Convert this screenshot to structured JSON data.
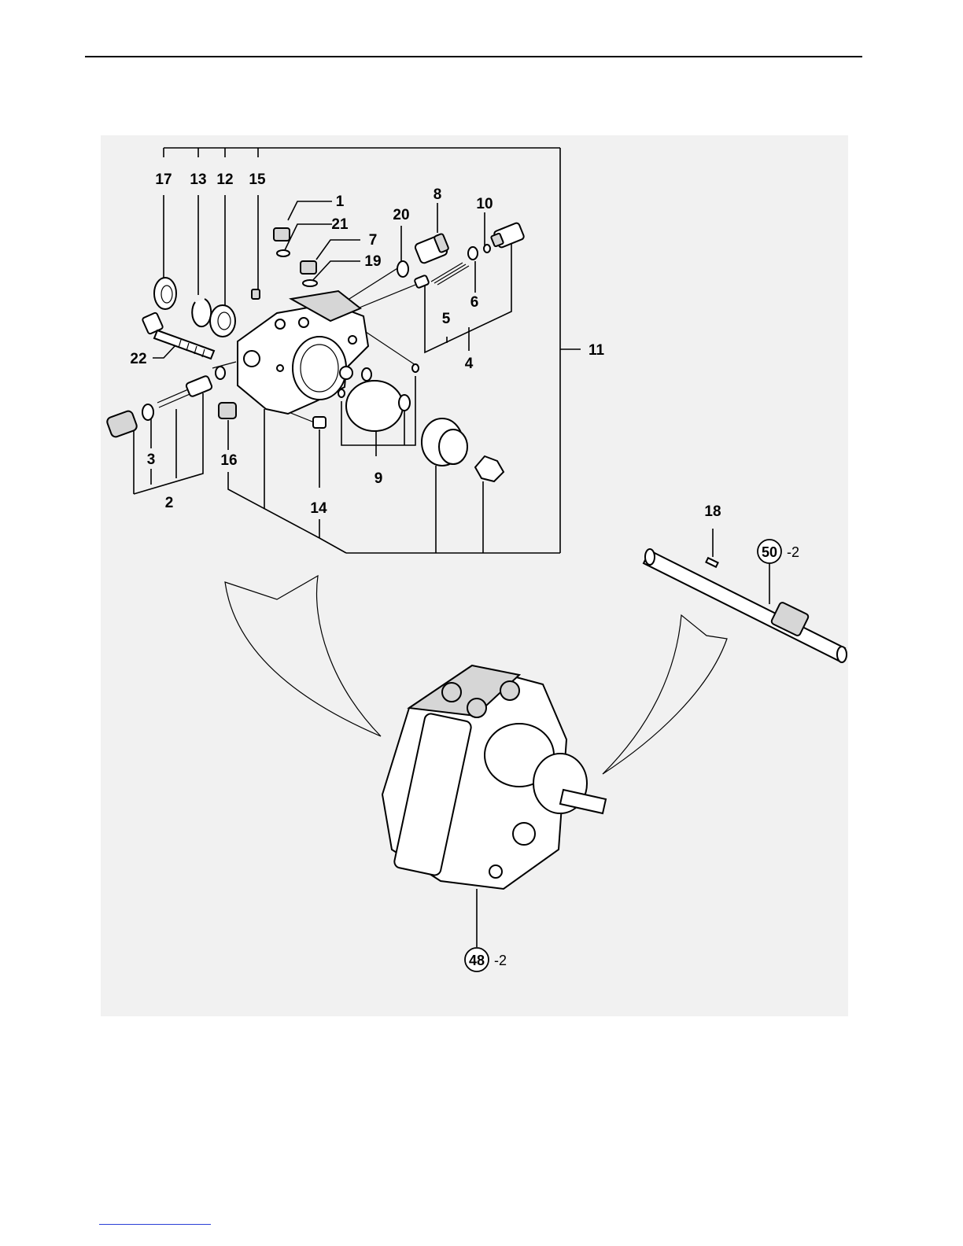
{
  "callouts": {
    "c17": "17",
    "c13": "13",
    "c12": "12",
    "c15": "15",
    "c1": "1",
    "c21": "21",
    "c7": "7",
    "c19": "19",
    "c20": "20",
    "c8": "8",
    "c10": "10",
    "c5": "5",
    "c6": "6",
    "c4": "4",
    "c11": "11",
    "c22": "22",
    "c3": "3",
    "c2": "2",
    "c16": "16",
    "c14": "14",
    "c9": "9",
    "c18": "18"
  },
  "references": {
    "shaft_ref": {
      "number": "50",
      "suffix": "-2"
    },
    "pump_ref": {
      "number": "48",
      "suffix": "-2"
    }
  },
  "colors": {
    "line": "#000000",
    "figure_background": "#f1f1f1",
    "link_underline": "#2a3fd6"
  }
}
